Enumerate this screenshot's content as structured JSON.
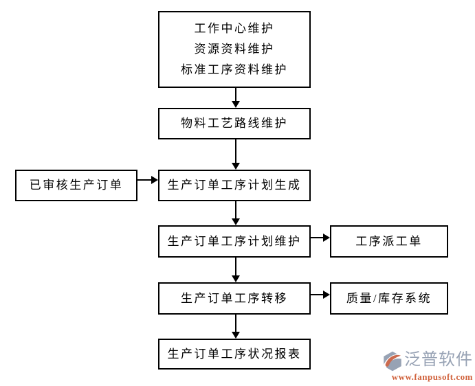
{
  "flowchart": {
    "node_master_data": {
      "lines": [
        "工作中心维护",
        "资源资料维护",
        "标准工序资料维护"
      ]
    },
    "node_routing": {
      "label": "物料工艺路线维护"
    },
    "node_audited_order": {
      "label": "已审核生产订单"
    },
    "node_plan_generate": {
      "label": "生产订单工序计划生成"
    },
    "node_plan_maintain": {
      "label": "生产订单工序计划维护"
    },
    "node_dispatch_order": {
      "label": "工序派工单"
    },
    "node_transfer": {
      "label": "生产订单工序转移"
    },
    "node_quality_inventory": {
      "label": "质量/库存系统"
    },
    "node_status_report": {
      "label": "生产订单工序状况报表"
    }
  },
  "watermark": {
    "brand": "泛普软件",
    "url": "www.fanpusoft.com"
  },
  "colors": {
    "box_border": "#000000",
    "box_text": "#000000",
    "canvas_bg": "#ffffff",
    "brand_text": "#97a2b4",
    "url_text": "#d0613b",
    "logo_gray": "#97a2b4",
    "logo_orange": "#cb6a4e"
  }
}
